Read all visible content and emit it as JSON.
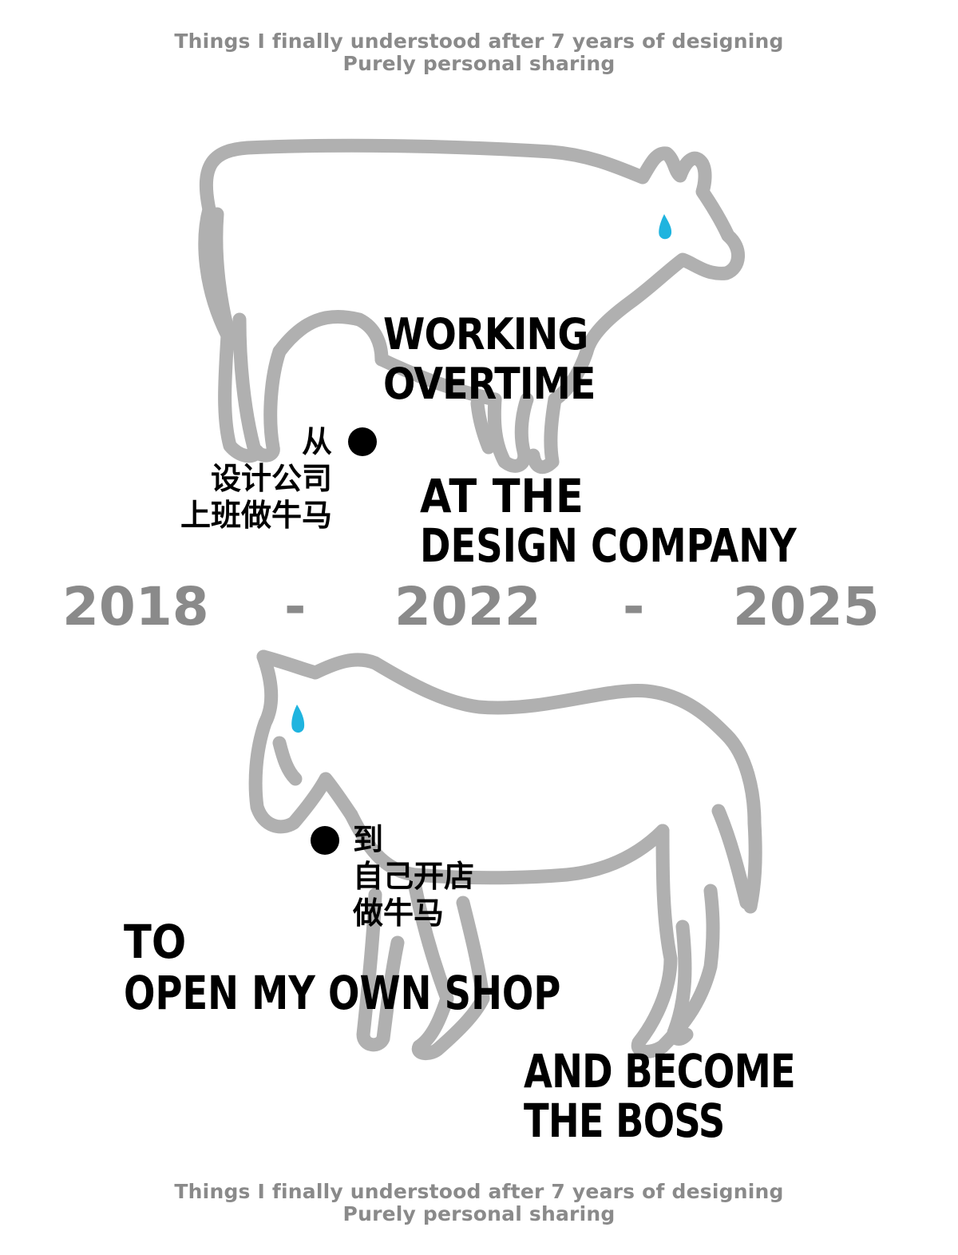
{
  "header": {
    "line1": "Things I finally understood after 7 years of designing",
    "line2": "Purely personal sharing"
  },
  "footer": {
    "line1": "Things I finally understood after 7 years of designing",
    "line2": "Purely personal sharing"
  },
  "top_section": {
    "english_line1": "WORKING",
    "english_line2": "OVERTIME",
    "english_line3": "AT THE",
    "english_line4": "DESIGN COMPANY",
    "chinese_line1": "从",
    "chinese_line2": "设计公司",
    "chinese_line3": "上班做牛马",
    "animal_icon": "cow-outline-icon"
  },
  "timeline": {
    "year_start": "2018",
    "separator_1": "-",
    "year_mid": "2022",
    "separator_2": "-",
    "year_end": "2025"
  },
  "bottom_section": {
    "chinese_line1": "到",
    "chinese_line2": "自己开店",
    "chinese_line3": "做牛马",
    "english_line1": "TO",
    "english_line2": "OPEN MY OWN SHOP",
    "english_line3": "AND BECOME",
    "english_line4": "THE BOSS",
    "animal_icon": "horse-outline-icon"
  },
  "colors": {
    "outline_gray": "#b0b0b0",
    "text_gray": "#8a8a8a",
    "tear_blue": "#1fb4df",
    "ink_black": "#000000"
  }
}
